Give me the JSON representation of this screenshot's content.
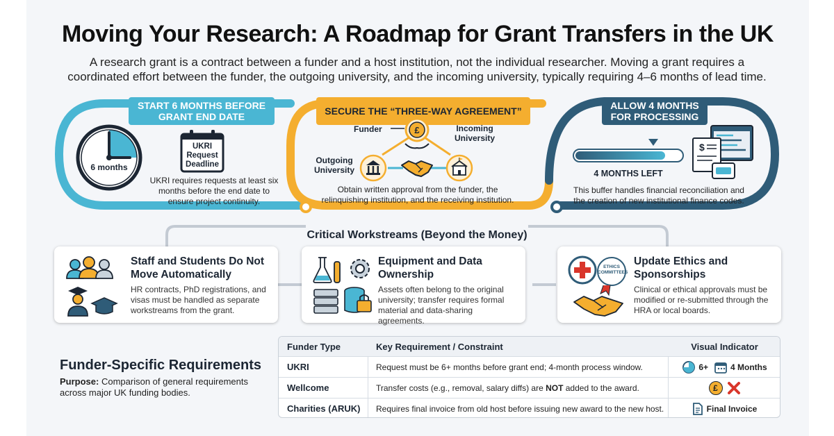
{
  "header": {
    "title": "Moving Your Research: A Roadmap for Grant Transfers in the UK",
    "subtitle": "A research grant is a contract between a funder and a host institution, not the individual researcher. Moving a grant requires a coordinated effort between the funder, the outgoing university, and the incoming university, typically requiring 4–6 months of lead time."
  },
  "colors": {
    "teal": "#4ab6d3",
    "orange": "#f4ae2f",
    "navy": "#2f5c78",
    "red": "#d9362b"
  },
  "timeline": {
    "step1": {
      "label": "START 6 MONTHS BEFORE GRANT END DATE",
      "clock_label": "6 months",
      "calendar_label": "UKRI Request Deadline",
      "description": "UKRI requires requests at least six months before the end date to ensure project continuity."
    },
    "step2": {
      "label": "SECURE THE “THREE-WAY AGREEMENT”",
      "funder": "Funder",
      "incoming": "Incoming University",
      "outgoing": "Outgoing University",
      "description": "Obtain written approval from the funder, the relinquishing institution, and the receiving institution."
    },
    "step3": {
      "label": "ALLOW 4 MONTHS FOR PROCESSING",
      "progress_label": "4 MONTHS LEFT",
      "progress_fraction": 0.85,
      "description": "This buffer handles financial reconciliation and the creation of new institutional finance codes."
    }
  },
  "workstreams": {
    "title": "Critical Workstreams (Beyond the Money)",
    "cards": [
      {
        "title": "Staff and Students Do Not Move Automatically",
        "body": "HR contracts, PhD registrations, and visas must be handled as separate workstreams from the grant."
      },
      {
        "title": "Equipment and Data Ownership",
        "body": "Assets often belong to the original university; transfer requires formal material and data-sharing agreements."
      },
      {
        "title": "Update Ethics and Sponsorships",
        "body": "Clinical or ethical approvals must be modified or re-submitted through the HRA or local boards.",
        "seal_text": "ETHICS COMMITTEES"
      }
    ]
  },
  "funder_section": {
    "title": "Funder-Specific Requirements",
    "purpose_label": "Purpose:",
    "purpose_text": "Comparison of general requirements across major UK funding bodies."
  },
  "table": {
    "headers": [
      "Funder Type",
      "Key Requirement / Constraint",
      "Visual Indicator"
    ],
    "rows": [
      {
        "funder": "UKRI",
        "requirement": "Request must be 6+ months before grant end; 4-month process window.",
        "indicator_a": "6+",
        "indicator_b": "4 Months"
      },
      {
        "funder": "Wellcome",
        "requirement_pre": "Transfer costs (e.g., removal, salary diffs) are ",
        "requirement_bold": "NOT",
        "requirement_post": " added to the award.",
        "indicator_a": "£"
      },
      {
        "funder": "Charities (ARUK)",
        "requirement": "Requires final invoice from old host before issuing new award to the new host.",
        "indicator_b": "Final Invoice"
      }
    ]
  }
}
